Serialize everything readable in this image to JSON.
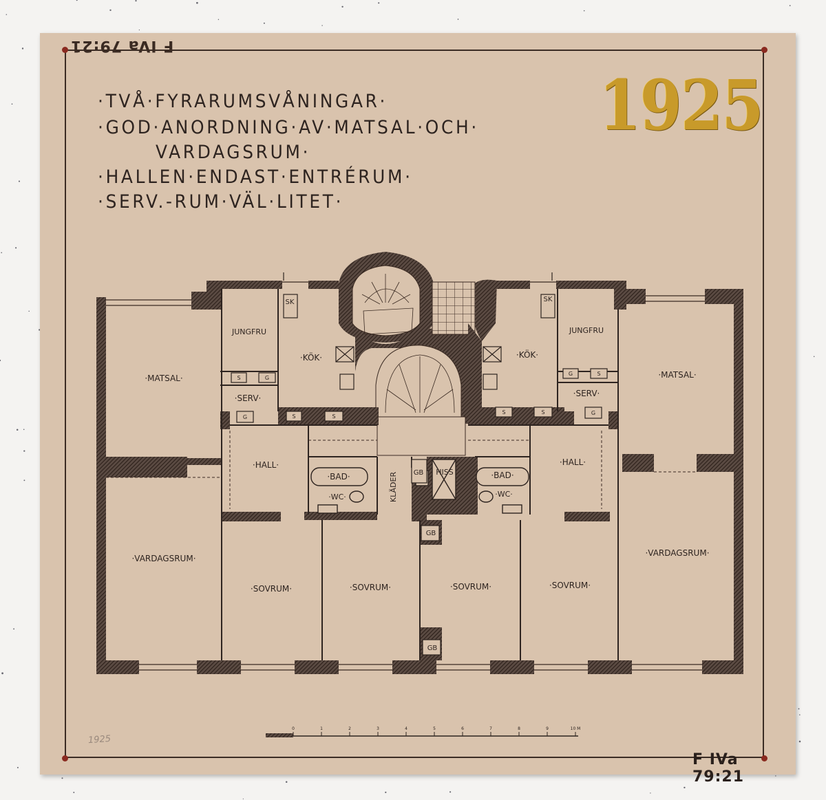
{
  "reference_code": "F IVa 79:21",
  "year_stamp": "1925",
  "pencil_year": "1925",
  "captions": [
    "·TVÅ·FYRARUMSVÅNINGAR·",
    "·GOD·ANORDNING·AV·MATSAL·OCH·",
    "VARDAGSRUM·",
    "·HALLEN·ENDAST·ENTRÉRUM·",
    "·SERV.-RUM·VÄL·LITET·"
  ],
  "rooms": {
    "matsal": "·MATSAL·",
    "jungfru": "JUNGFRU",
    "kok": "·KÖK·",
    "serv": "·SERV·",
    "hall": "·HALL·",
    "bad": "·BAD·",
    "wc": "·WC·",
    "klader": "KLÄDER",
    "hiss": "HISS",
    "gb": "GB",
    "vardagsrum": "·VARDAGSRUM·",
    "sovrum": "·SOVRUM·",
    "sk": "SK",
    "s": "S",
    "g": "G"
  },
  "scale": {
    "ticks": [
      "0",
      "1",
      "2",
      "3",
      "4",
      "5",
      "6",
      "7",
      "8",
      "9",
      "10 M"
    ]
  },
  "colors": {
    "paper": "#d9c3ad",
    "ink": "#2e2420",
    "gold": "#c89a2a",
    "wall_hatch": "#4a3a32"
  }
}
